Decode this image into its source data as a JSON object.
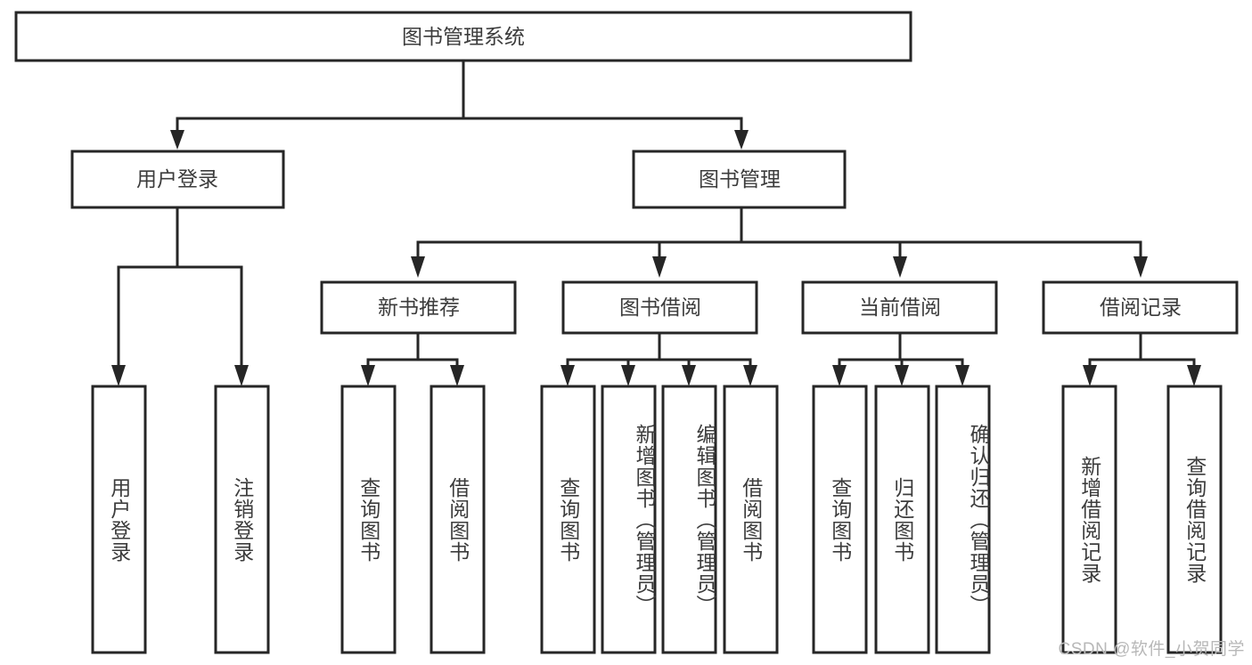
{
  "diagram": {
    "title": "图书管理系统",
    "watermark": "CSDN @软件_小贺同学",
    "stroke_color": "#262626",
    "fill_color": "#ffffff",
    "text_color": "#3c3c3c",
    "watermark_color": "#b8b8b8",
    "levels": {
      "root": {
        "label": "图书管理系统"
      },
      "level2": [
        {
          "label": "用户登录"
        },
        {
          "label": "图书管理"
        }
      ],
      "level3": [
        {
          "label": "新书推荐"
        },
        {
          "label": "图书借阅"
        },
        {
          "label": "当前借阅"
        },
        {
          "label": "借阅记录"
        }
      ],
      "leaves": [
        {
          "label": "用户登录",
          "parent": "用户登录"
        },
        {
          "label": "注销登录",
          "parent": "用户登录"
        },
        {
          "label": "查询图书",
          "parent": "新书推荐"
        },
        {
          "label": "借阅图书",
          "parent": "新书推荐"
        },
        {
          "label": "查询图书",
          "parent": "图书借阅"
        },
        {
          "label": "新增图书（管理员）",
          "parent": "图书借阅"
        },
        {
          "label": "编辑图书（管理员）",
          "parent": "图书借阅"
        },
        {
          "label": "借阅图书",
          "parent": "图书借阅"
        },
        {
          "label": "查询图书",
          "parent": "当前借阅"
        },
        {
          "label": "归还图书",
          "parent": "当前借阅"
        },
        {
          "label": "确认归还（管理员）",
          "parent": "当前借阅"
        },
        {
          "label": "新增借阅记录",
          "parent": "借阅记录"
        },
        {
          "label": "查询借阅记录",
          "parent": "借阅记录"
        }
      ]
    }
  }
}
